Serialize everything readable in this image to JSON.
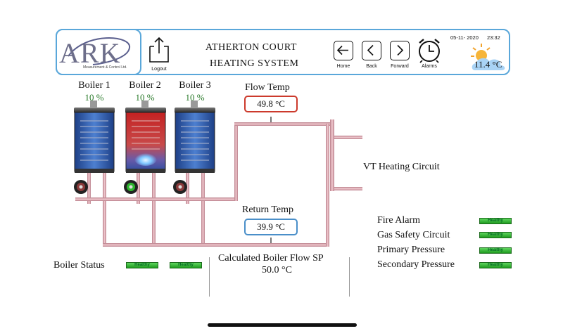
{
  "header": {
    "logo": "ARK",
    "logo_sub": "Measurement & Control Ltd.",
    "logout_label": "Logout",
    "title_line1": "ATHERTON COURT",
    "title_line2": "HEATING SYSTEM",
    "nav": {
      "home": "Home",
      "back": "Back",
      "forward": "Forward",
      "alarms": "Alarms"
    },
    "date": "05-11- 2020",
    "time": "23:32",
    "outside_temp": "11.4 °C"
  },
  "boilers": [
    {
      "name": "Boiler 1",
      "percent": "10 %",
      "firing": false
    },
    {
      "name": "Boiler 2",
      "percent": "10 %",
      "firing": true
    },
    {
      "name": "Boiler 3",
      "percent": "10 %",
      "firing": false
    }
  ],
  "flow_temp": {
    "label": "Flow Temp",
    "value": "49.8 °C"
  },
  "return_temp": {
    "label": "Return Temp",
    "value": "39.9 °C"
  },
  "circuit_label": "VT Heating Circuit",
  "boiler_status": {
    "label": "Boiler Status",
    "badges": [
      "Healthy",
      "Healthy"
    ]
  },
  "calc_flow": {
    "label": "Calculated Boiler Flow SP",
    "value": "50.0 °C"
  },
  "alarms": [
    {
      "label": "Fire Alarm",
      "status": "Healthy"
    },
    {
      "label": "Gas Safety Circuit",
      "status": "Healthy"
    },
    {
      "label": "Primary Pressure",
      "status": "Healthy"
    },
    {
      "label": "Secondary Pressure",
      "status": "Healthy"
    }
  ],
  "colors": {
    "accent": "#5aa7da",
    "flow_red": "#cc3a2c",
    "return_blue": "#4a8fc9",
    "pipe": "#d9a3ad",
    "healthy": "#2fb52f"
  }
}
